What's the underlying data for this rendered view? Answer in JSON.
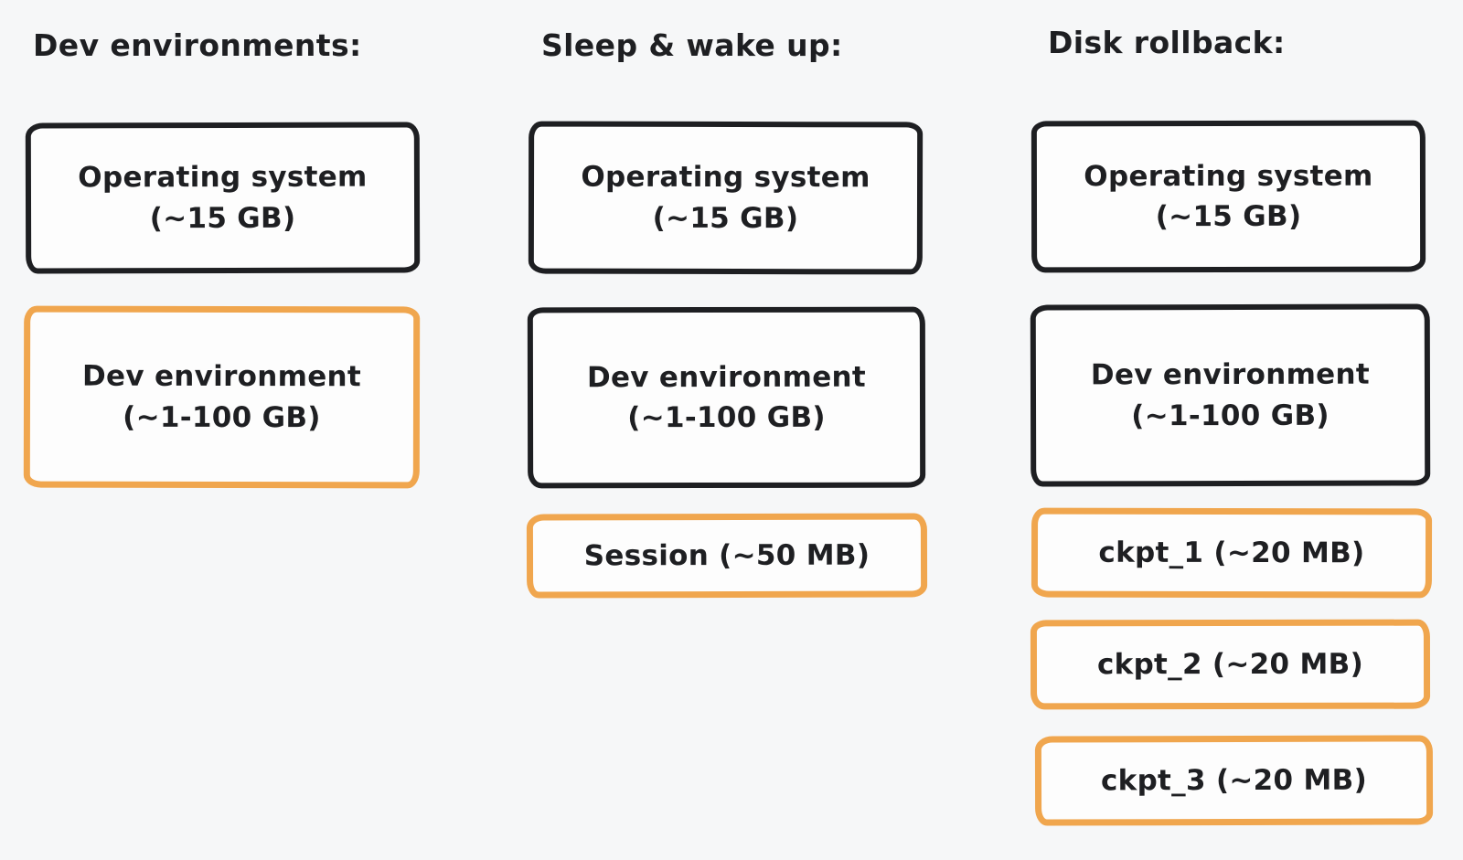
{
  "diagram": {
    "colors": {
      "background": "#f6f7f8",
      "stroke_black": "#1e1f22",
      "stroke_orange": "#f0a64e",
      "box_fill": "#fdfdfd",
      "text": "#1e1f22"
    },
    "columns": [
      {
        "title": "Dev environments:",
        "boxes": [
          {
            "id": "operating-system",
            "variant": "black",
            "lines": [
              "Operating system",
              "(~15 GB)"
            ]
          },
          {
            "id": "dev-environment",
            "variant": "orange",
            "lines": [
              "Dev environment",
              "(~1-100 GB)"
            ]
          }
        ]
      },
      {
        "title": "Sleep & wake up:",
        "boxes": [
          {
            "id": "operating-system",
            "variant": "black",
            "lines": [
              "Operating system",
              "(~15 GB)"
            ]
          },
          {
            "id": "dev-environment",
            "variant": "black",
            "lines": [
              "Dev environment",
              "(~1-100 GB)"
            ]
          },
          {
            "id": "session",
            "variant": "orange",
            "lines": [
              "Session (~50 MB)"
            ]
          }
        ]
      },
      {
        "title": "Disk rollback:",
        "boxes": [
          {
            "id": "operating-system",
            "variant": "black",
            "lines": [
              "Operating system",
              "(~15 GB)"
            ]
          },
          {
            "id": "dev-environment",
            "variant": "black",
            "lines": [
              "Dev environment",
              "(~1-100 GB)"
            ]
          },
          {
            "id": "ckpt-1",
            "variant": "orange",
            "lines": [
              "ckpt_1 (~20 MB)"
            ]
          },
          {
            "id": "ckpt-2",
            "variant": "orange",
            "lines": [
              "ckpt_2 (~20 MB)"
            ]
          },
          {
            "id": "ckpt-3",
            "variant": "orange",
            "lines": [
              "ckpt_3 (~20 MB)"
            ]
          }
        ]
      }
    ]
  }
}
